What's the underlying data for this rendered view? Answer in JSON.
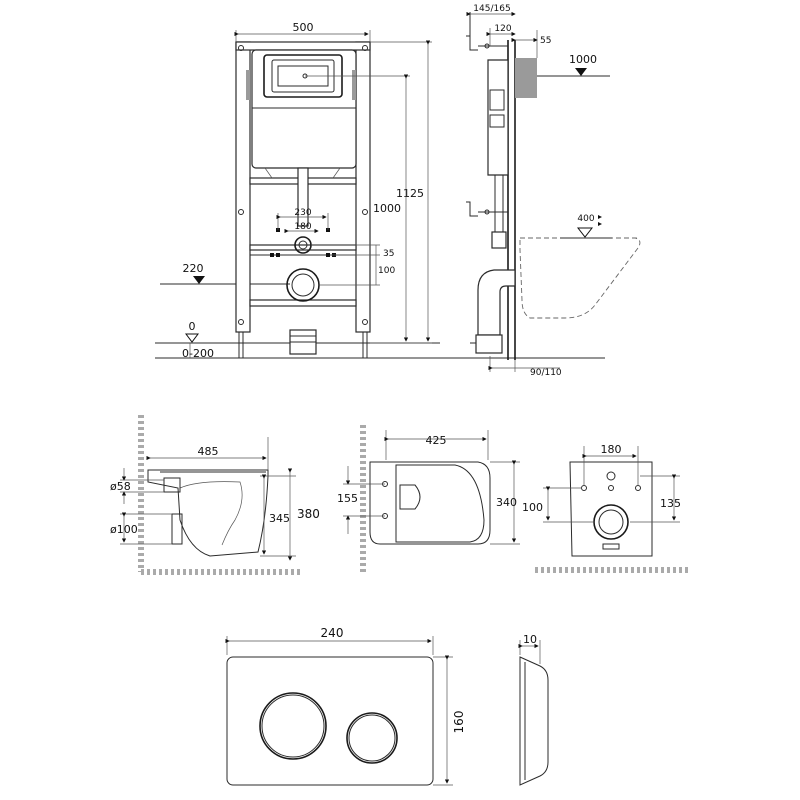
{
  "frame_front": {
    "width": "500",
    "height_total": "1125",
    "height_1000": "1000",
    "d230": "230",
    "d180": "180",
    "d35": "35",
    "d100": "100",
    "level_220": "220",
    "level_0": "0",
    "level_0_200": "0-200"
  },
  "frame_side": {
    "d145_165": "145/165",
    "d120": "120",
    "d55": "55",
    "level_1000": "1000",
    "level_400": "400",
    "d90_110": "90/110"
  },
  "bowl_side": {
    "length": "485",
    "d58": "ø58",
    "d100": "ø100",
    "h345": "345",
    "h380": "380"
  },
  "bowl_top": {
    "width": "425",
    "d155": "155",
    "d340": "340"
  },
  "bowl_back": {
    "d180": "180",
    "d100": "100",
    "d135": "135"
  },
  "plate": {
    "width": "240",
    "height": "160",
    "depth": "10"
  }
}
